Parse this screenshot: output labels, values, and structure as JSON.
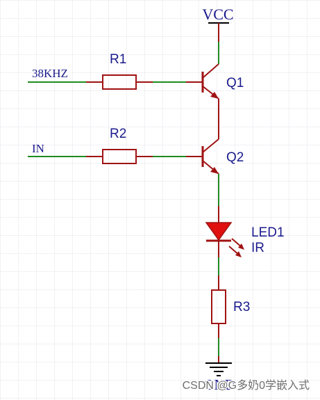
{
  "labels": {
    "vcc": "VCC",
    "gnd": "GND",
    "net_38khz": "38KHZ",
    "net_in": "IN",
    "r1": "R1",
    "r2": "R2",
    "r3": "R3",
    "q1": "Q1",
    "q2": "Q2",
    "led_ref": "LED1",
    "led_value": "IR",
    "watermark": "CSDN @G多奶0学嵌入式"
  },
  "colors": {
    "grid": "#e4e4ec",
    "component": "#a01212",
    "wire": "#1f8a1f",
    "text": "#1a1a8c",
    "ground": "#000000"
  }
}
